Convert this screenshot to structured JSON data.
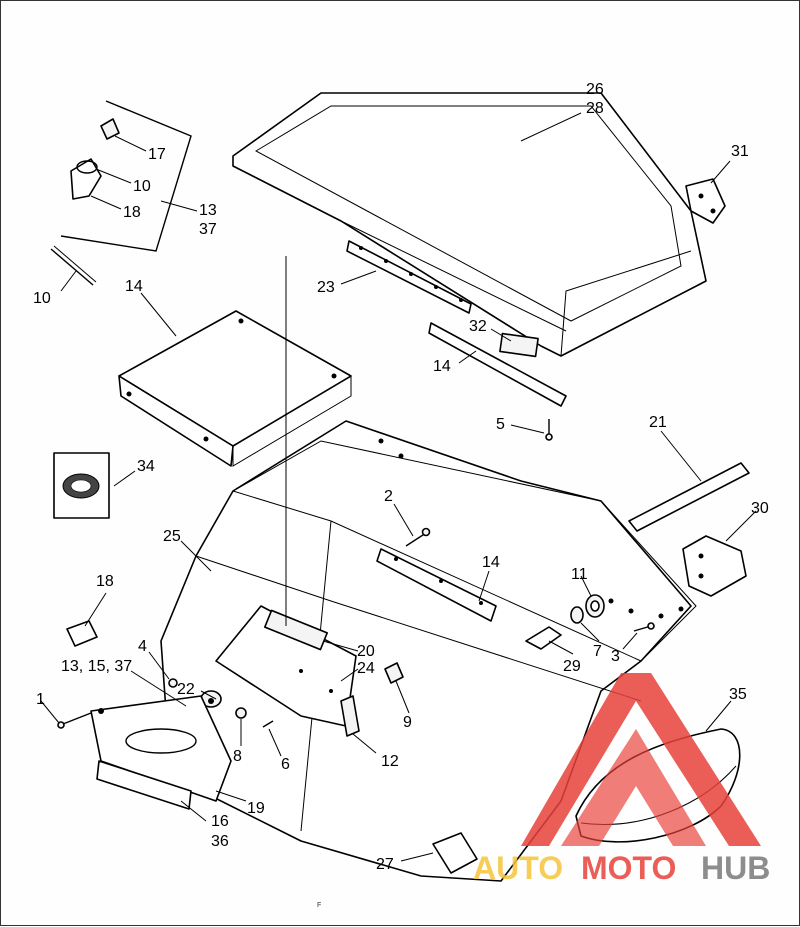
{
  "callouts": {
    "c26_28": [
      "26",
      "28"
    ],
    "c31": "31",
    "c17": "17",
    "c10a": "10",
    "c18a": "18",
    "c13_37a": [
      "13",
      "37"
    ],
    "c10b": "10",
    "c14a": "14",
    "c23": "23",
    "c32": "32",
    "c14b": "14",
    "c5": "5",
    "c21": "21",
    "c34": "34",
    "c2": "2",
    "c30": "30",
    "c25": "25",
    "c14c": "14",
    "c11": "11",
    "c18b": "18",
    "c7": "7",
    "c3": "3",
    "c29": "29",
    "c4": "4",
    "c20": "20",
    "c13_15_37": "13, 15, 37",
    "c24": "24",
    "c22": "22",
    "c1": "1",
    "c9": "9",
    "c8": "8",
    "c6": "6",
    "c12": "12",
    "c35": "35",
    "c19": "19",
    "c16_36": [
      "16",
      "36"
    ],
    "c27": "27"
  },
  "watermark": {
    "auto": "AUTO",
    "moto": "MOTO",
    "hub": "HUB",
    "colors": {
      "auto": "#f6c43a",
      "moto": "#e8413a",
      "hub": "#7a7a7a",
      "triangle": "#e8413a"
    }
  },
  "footer_mark": "F"
}
